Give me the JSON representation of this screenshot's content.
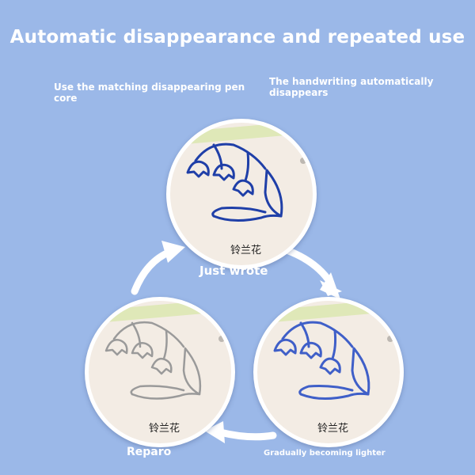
{
  "title": "Automatic disappearance and repeated use",
  "subtitles": {
    "left": "Use the matching disappearing pen core",
    "right": "The handwriting automatically disappears"
  },
  "stages": [
    {
      "label": "Just wrote",
      "caption": "铃兰花",
      "ink_color": "#1f3fa8"
    },
    {
      "label": "Reparo",
      "caption": "铃兰花",
      "ink_color": "#9a9a9a"
    },
    {
      "label": "Gradually becoming lighter",
      "caption": "铃兰花",
      "ink_color": "#3f5fc8"
    }
  ],
  "colors": {
    "background": "#9bb8e8",
    "paper": "#f3ece4",
    "text": "#ffffff"
  },
  "icons": [
    "cycle-arrow-icon",
    "lily-of-the-valley-drawing"
  ]
}
